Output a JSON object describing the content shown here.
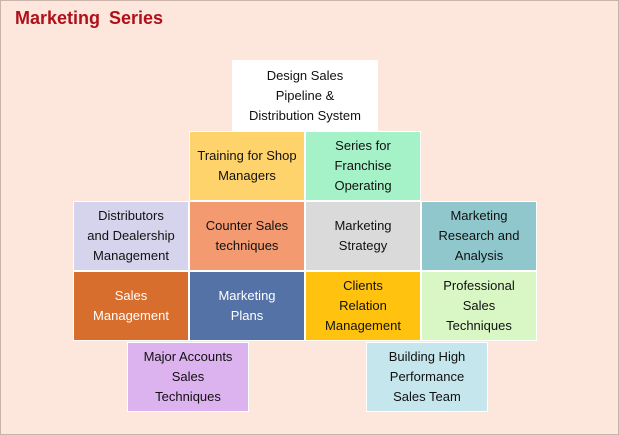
{
  "title": "Marketing Series",
  "blocks": [
    {
      "id": "design-sales-pipeline",
      "label": "Design Sales Pipeline & Distribution System",
      "color": "#ffffff",
      "text_color": "#111111"
    },
    {
      "id": "training-shop-managers",
      "label": "Training for Shop Managers",
      "color": "#fed36b",
      "text_color": "#111111"
    },
    {
      "id": "series-franchise",
      "label": "Series for Franchise Operating",
      "color": "#a6f2c8",
      "text_color": "#111111"
    },
    {
      "id": "distributors-dealership",
      "label": "Distributors and Dealership Management",
      "color": "#d5d4ec",
      "text_color": "#111111"
    },
    {
      "id": "counter-sales",
      "label": "Counter Sales techniques",
      "color": "#f49a70",
      "text_color": "#111111"
    },
    {
      "id": "marketing-strategy",
      "label": "Marketing Strategy",
      "color": "#dadada",
      "text_color": "#111111"
    },
    {
      "id": "marketing-research",
      "label": "Marketing Research and Analysis",
      "color": "#8fc7cc",
      "text_color": "#111111"
    },
    {
      "id": "sales-management",
      "label": "Sales Management",
      "color": "#d86e2e",
      "text_color": "#ffffff"
    },
    {
      "id": "marketing-plans",
      "label": "Marketing Plans",
      "color": "#5472a6",
      "text_color": "#ffffff"
    },
    {
      "id": "clients-relation",
      "label": "Clients Relation Management",
      "color": "#ffc30f",
      "text_color": "#111111"
    },
    {
      "id": "professional-sales",
      "label": "Professional Sales Techniques",
      "color": "#d8f7c5",
      "text_color": "#111111"
    },
    {
      "id": "major-accounts",
      "label": "Major Accounts Sales Techniques",
      "color": "#dcb2ef",
      "text_color": "#111111"
    },
    {
      "id": "building-team",
      "label": "Building High Performance Sales Team",
      "color": "#c4e6ec",
      "text_color": "#111111"
    }
  ]
}
